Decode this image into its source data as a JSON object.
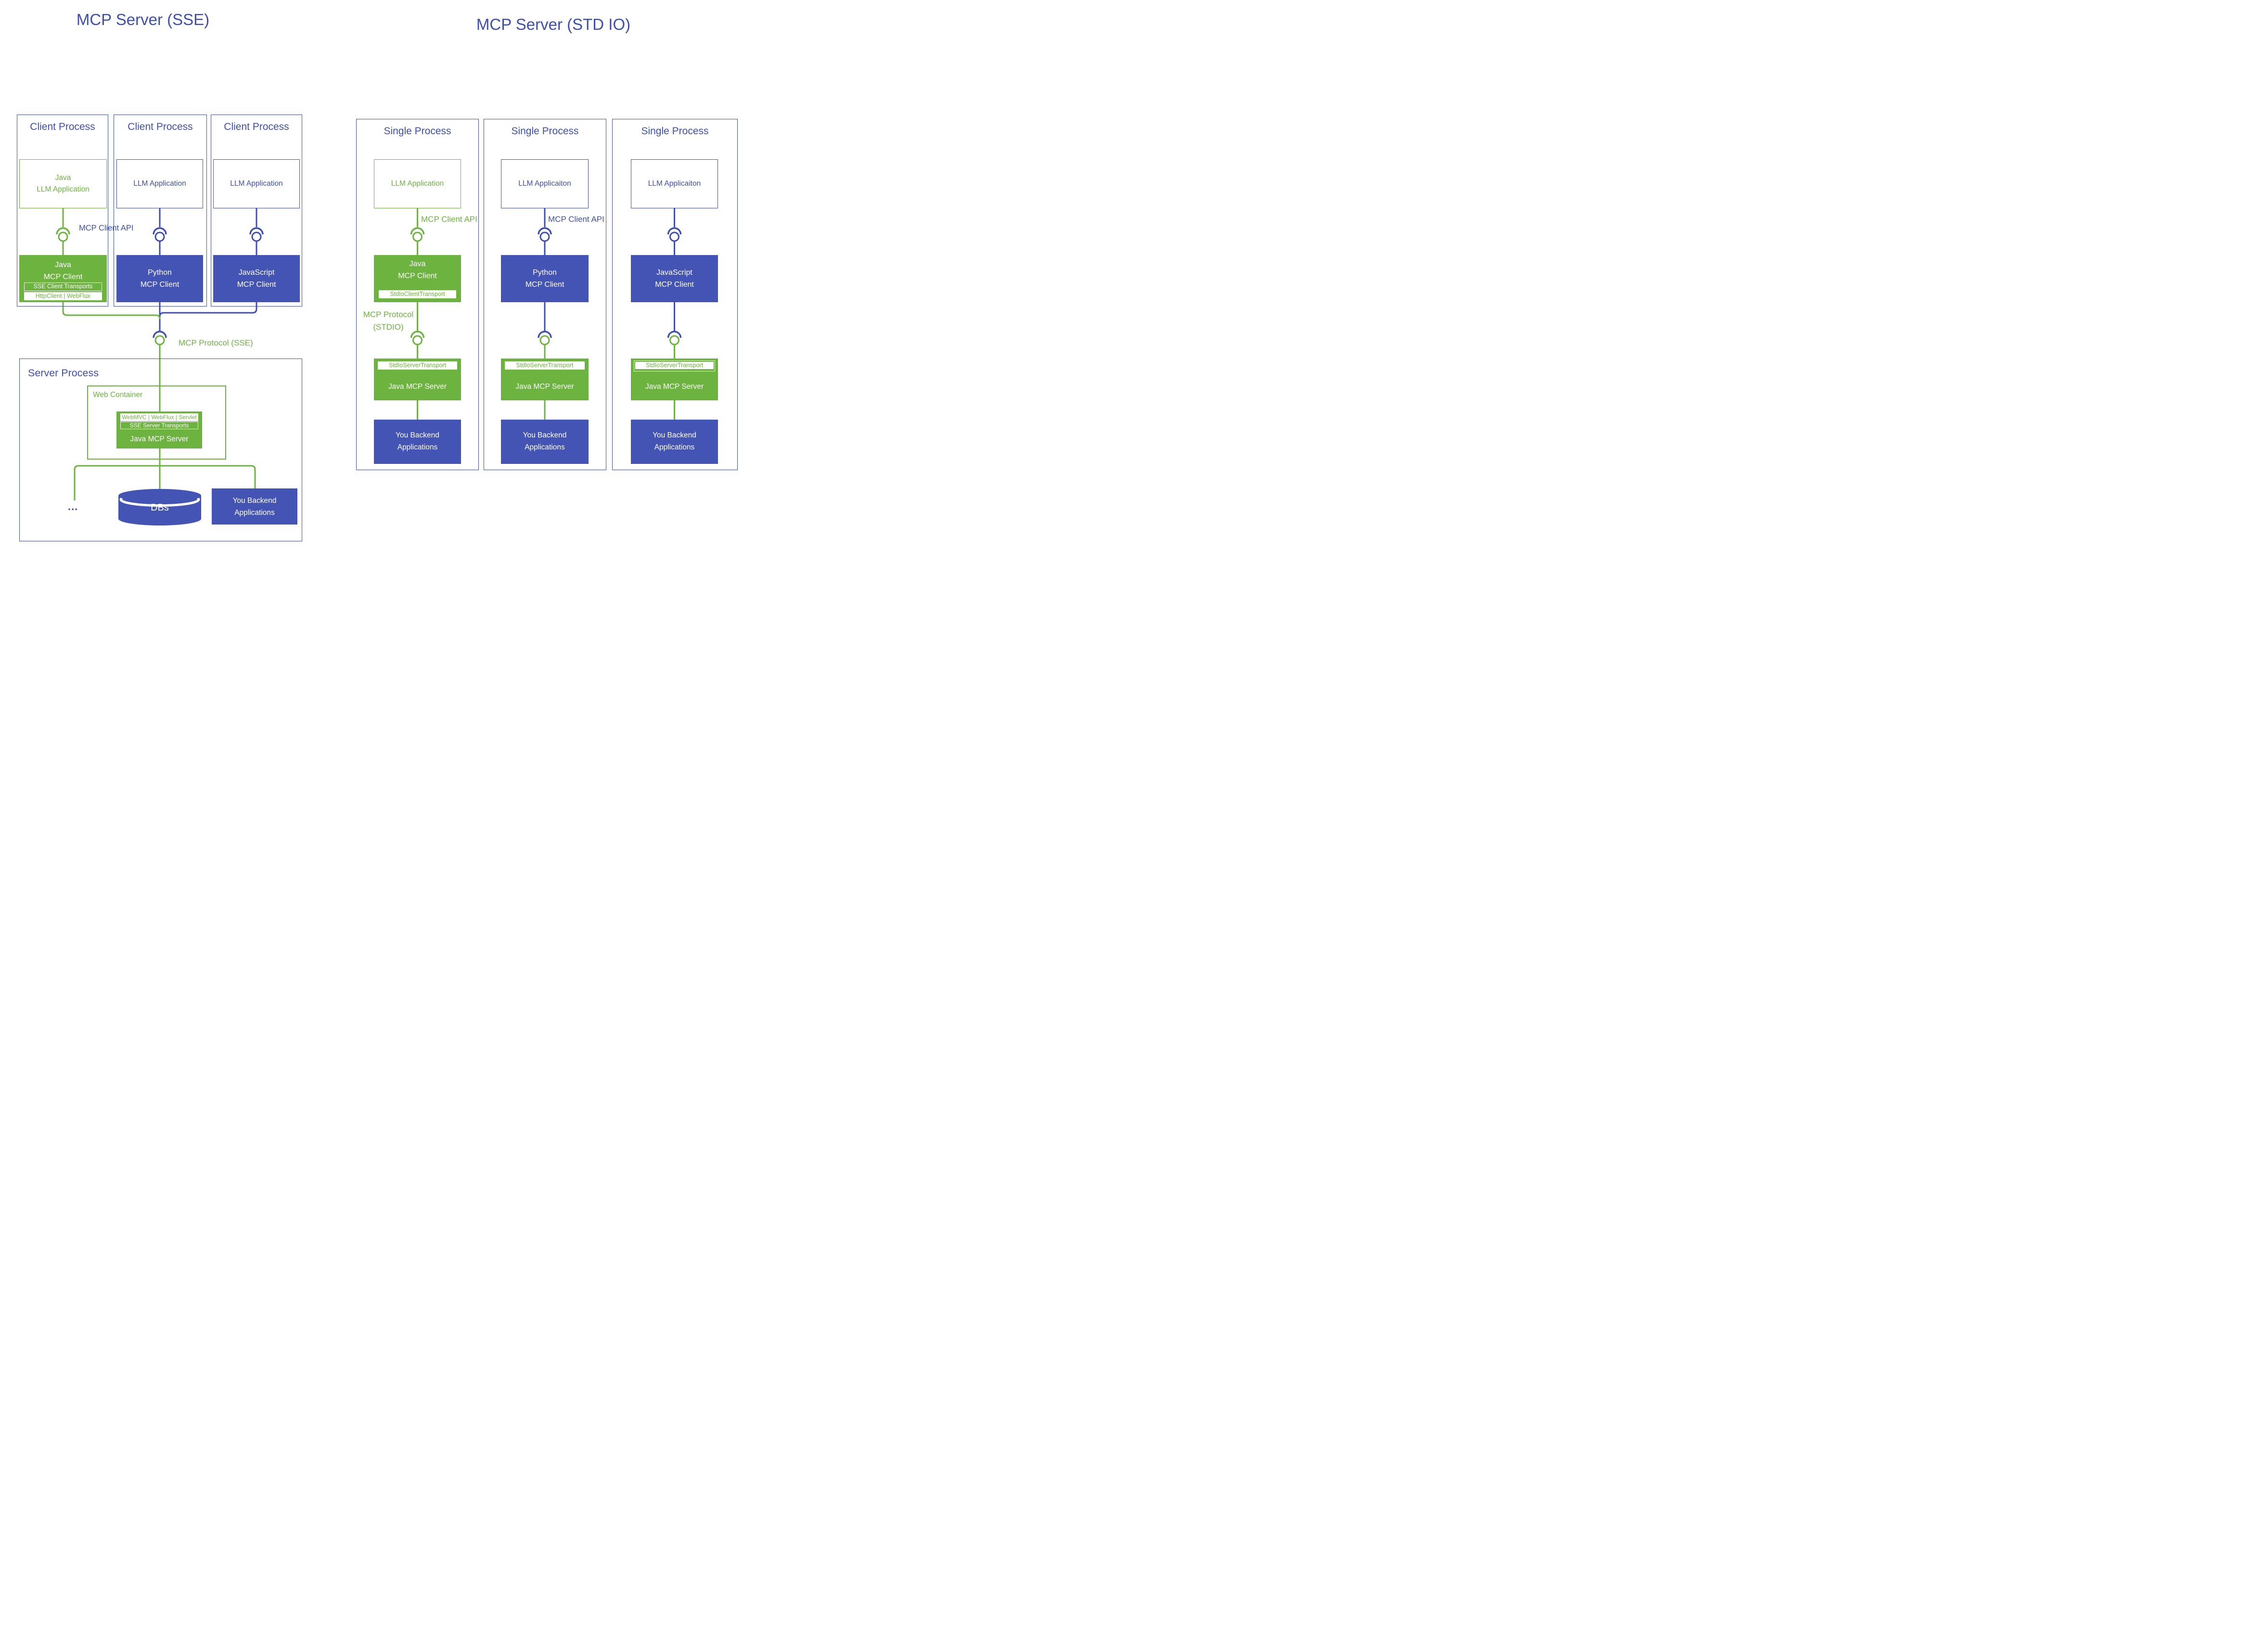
{
  "colors": {
    "green": "#6db33f",
    "blue": "#3e4fae",
    "blue_fill": "#4354b4"
  },
  "sse": {
    "title": "MCP Server (SSE)",
    "client_columns": [
      {
        "header": "Client Process",
        "llm_lines": [
          "Java",
          "LLM Application"
        ],
        "api_label": "MCP Client API",
        "client_lines": [
          "Java",
          "MCP Client"
        ],
        "client_bars": [
          "SSE Client Transports",
          "HttpClient | WebFlux"
        ]
      },
      {
        "header": "Client Process",
        "llm_lines": [
          "LLM Application"
        ],
        "client_lines": [
          "Python",
          "MCP Client"
        ]
      },
      {
        "header": "Client Process",
        "llm_lines": [
          "LLM Application"
        ],
        "client_lines": [
          "JavaScript",
          "MCP Client"
        ]
      }
    ],
    "protocol_label": "MCP Protocol (SSE)",
    "server": {
      "header": "Server Process",
      "web_container_label": "Web Container",
      "server_bars": [
        "WebMVC | WebFlux | Servlet",
        "SSE Server Transports"
      ],
      "server_label": "Java MCP Server",
      "ellipsis": "...",
      "db_label": "DBs",
      "backend_lines": [
        "You Backend",
        "Applications"
      ]
    }
  },
  "stdio": {
    "title": "MCP Server (STD IO)",
    "columns": [
      {
        "header": "Single Process",
        "llm_label": "LLM Application",
        "api_label": "MCP Client API",
        "client_lines": [
          "Java",
          "MCP Client"
        ],
        "client_bar": "StdIoClientTransport",
        "protocol_lines": [
          "MCP Protocol",
          "(STDIO)"
        ],
        "server_bar": "StdIoServerTransport",
        "server_label": "Java MCP Server",
        "backend_lines": [
          "You Backend",
          "Applications"
        ]
      },
      {
        "header": "Single Process",
        "llm_label": "LLM Applicaiton",
        "api_label": "MCP Client API",
        "client_lines": [
          "Python",
          "MCP Client"
        ],
        "server_bar": "StdIoServerTransport",
        "server_label": "Java MCP Server",
        "backend_lines": [
          "You Backend",
          "Applications"
        ]
      },
      {
        "header": "Single Process",
        "llm_label": "LLM Applicaiton",
        "client_lines": [
          "JavaScript",
          "MCP Client"
        ],
        "server_bar": "StdIoServerTransport",
        "server_label": "Java MCP Server",
        "backend_lines": [
          "You Backend",
          "Applications"
        ]
      }
    ]
  }
}
